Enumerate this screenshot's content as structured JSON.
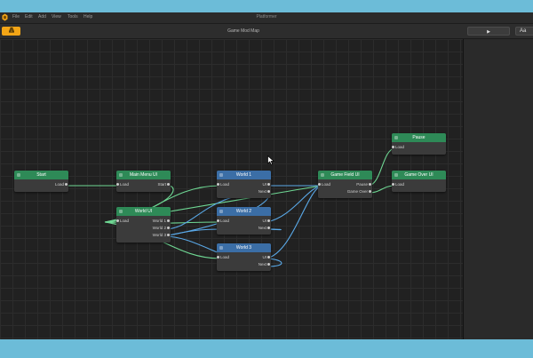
{
  "app": {
    "title": "Platformer",
    "menu": [
      "File",
      "Edit",
      "Add",
      "View",
      "Tools",
      "Help"
    ]
  },
  "toolbar": {
    "build_icon": "build-icon",
    "graph_title": "Game Mod Map",
    "play_label": "▶",
    "font_label": "Aa"
  },
  "colors": {
    "node_green": "#2e8a57",
    "node_blue": "#3b6ea6",
    "wire_green": "#6fd894",
    "wire_blue": "#5aa9e8",
    "accent_orange": "#f3a516"
  },
  "nodes": {
    "start": {
      "title": "Start",
      "outputs": [
        "Load"
      ]
    },
    "main_menu": {
      "title": "Main Menu UI",
      "inputs": [
        "Load"
      ],
      "outputs": [
        "Start"
      ]
    },
    "world_ui": {
      "title": "World UI",
      "inputs": [
        "Load"
      ],
      "outputs": [
        "World 1",
        "World 2",
        "World 3"
      ]
    },
    "world1": {
      "title": "World 1",
      "inputs": [
        "Load"
      ],
      "outputs": [
        "UI",
        "Next"
      ]
    },
    "world2": {
      "title": "World 2",
      "inputs": [
        "Load"
      ],
      "outputs": [
        "UI",
        "Next"
      ]
    },
    "world3": {
      "title": "World 3",
      "inputs": [
        "Load"
      ],
      "outputs": [
        "UI",
        "Next"
      ]
    },
    "game_field": {
      "title": "Game Field UI",
      "inputs": [
        "Load"
      ],
      "outputs": [
        "Pause",
        "Game Over"
      ]
    },
    "pause": {
      "title": "Pause",
      "inputs": [
        "Load"
      ]
    },
    "game_over": {
      "title": "Game Over UI",
      "inputs": [
        "Load"
      ]
    }
  }
}
